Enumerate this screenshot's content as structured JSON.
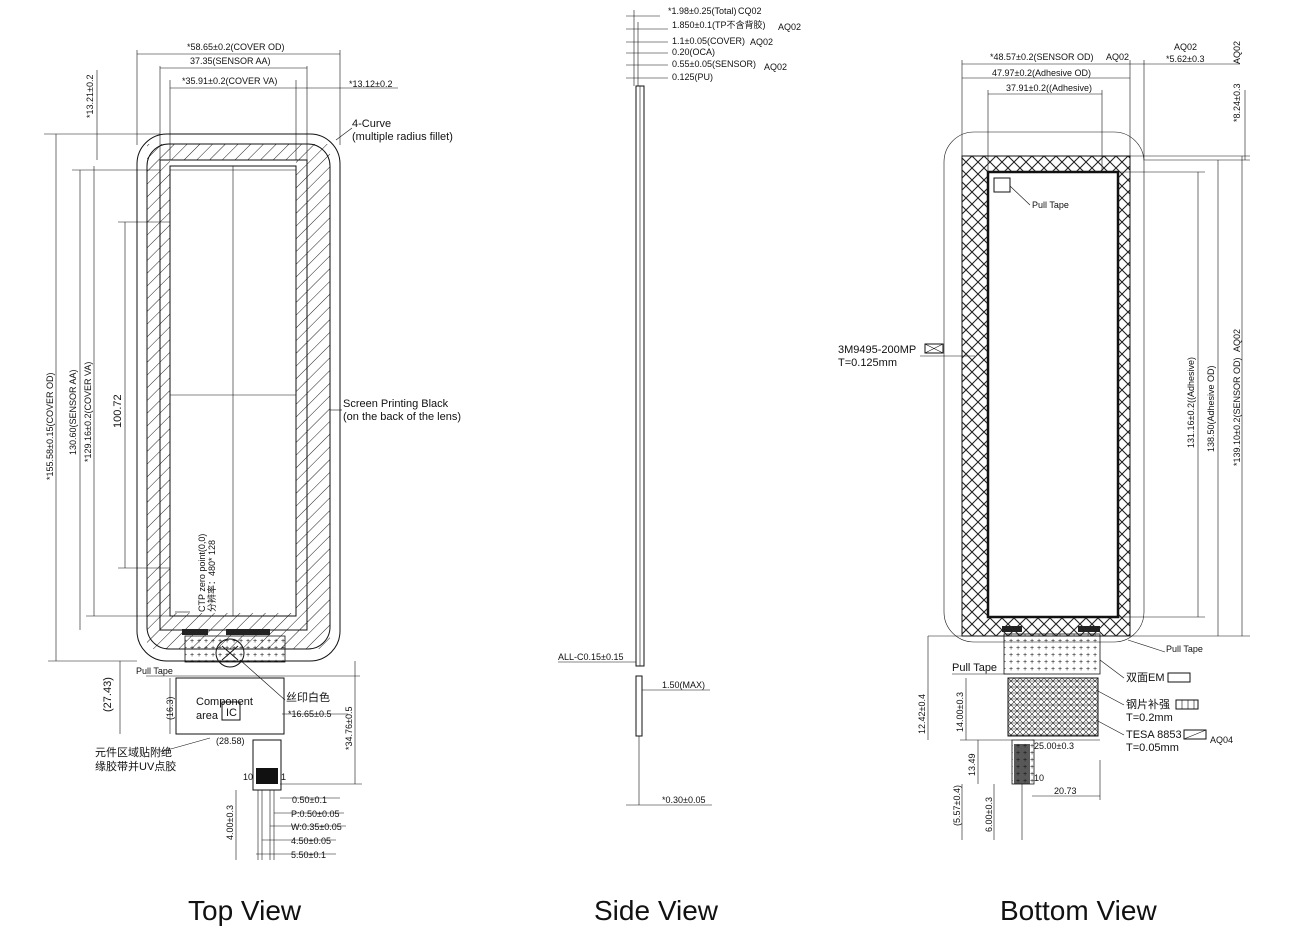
{
  "views": {
    "top": "Top View",
    "side": "Side View",
    "bottom": "Bottom View"
  },
  "top": {
    "cover_od": "*58.65±0.2(COVER OD)",
    "sensor_aa": "37.35(SENSOR AA)",
    "cover_va": "*35.91±0.2(COVER VA)",
    "right_margin": "*13.12±0.2",
    "top_margin": "*13.21±0.2",
    "curve_1": "4-Curve",
    "curve_2": "(multiple radius fillet)",
    "print_1": "Screen Printing Black",
    "print_2": "(on the back of the lens)",
    "h_cover_od": "*155.58±0.15(COVER OD)",
    "h_sensor_aa": "130.60(SENSOR AA)",
    "h_cover_va": "*129.16±0.2(COVER VA)",
    "h_100": "100.72",
    "ctp_1": "CTP zero point(0,0)",
    "ctp_2": "分辨率：480* 128",
    "pull_tape": "Pull Tape",
    "h_27": "(27.43)",
    "h_16": "(16.3)",
    "comp_1": "Component",
    "comp_2": "area",
    "ic": "IC",
    "silk": "丝印白色",
    "w_16": "*16.65±0.5",
    "h_34": "*34.76±0.5",
    "w_28": "(28.58)",
    "note_1": "元件区域贴附绝",
    "note_2": "缘胶带并UV点胶",
    "pin_10": "10",
    "pin_1": "1",
    "f1": "0.50±0.1",
    "f2": "P:0.50±0.05",
    "f3": "W:0.35±0.05",
    "f4": "4.50±0.05",
    "f5": "5.50±0.1",
    "f_len": "4.00±0.3"
  },
  "side": {
    "total": "*1.98±0.25(Total)",
    "tp": "1.850±0.1(TP不含背胶)",
    "cover": "1.1±0.05(COVER)",
    "oca": "0.20(OCA)",
    "sensor": "0.55±0.05(SENSOR)",
    "pu": "0.125(PU)",
    "aq_1": "CQ02",
    "aq_2": "AQ02",
    "aq_3": "AQ02",
    "aq_4": "AQ02",
    "chamfer": "ALL-C0.15±0.15",
    "max": "1.50(MAX)",
    "fpc": "*0.30±0.05"
  },
  "bottom": {
    "sensor_od": "*48.57±0.2(SENSOR OD)",
    "aq_sensor": "AQ02",
    "adhesive_od": "47.97±0.2(Adhesive OD)",
    "adhesive": "37.91±0.2((Adhesive)",
    "aq_top": "AQ02",
    "right_off": "*5.62±0.3",
    "aq_r": "AQ02",
    "top_off": "*8.24±0.3",
    "pull_tape_1": "Pull Tape",
    "tape_name": "3M9495-200MP",
    "tape_t": "T=0.125mm",
    "h_adh": "131.16±0.2((Adhesive)",
    "h_adh_od": "138.50(Adhesive OD)",
    "h_sensor_od": "*139.10±0.2(SENSOR OD)",
    "aq_h": "AQ02",
    "pull_tape_2": "Pull Tape",
    "pull_tape_3": "Pull Tape",
    "em": "双面EM",
    "steel": "钢片补强",
    "steel_t": "T=0.2mm",
    "tesa": "TESA 8853",
    "tesa_t": "T=0.05mm",
    "aq04": "AQ04",
    "h_12": "12.42±0.4",
    "h_14": "14.00±0.3",
    "h_13": "13.49",
    "w_25": "25.00±0.3",
    "pin_10": "10",
    "w_20": "20.73",
    "h_557": "(5.57±0.4)",
    "h_6": "6.00±0.3"
  }
}
